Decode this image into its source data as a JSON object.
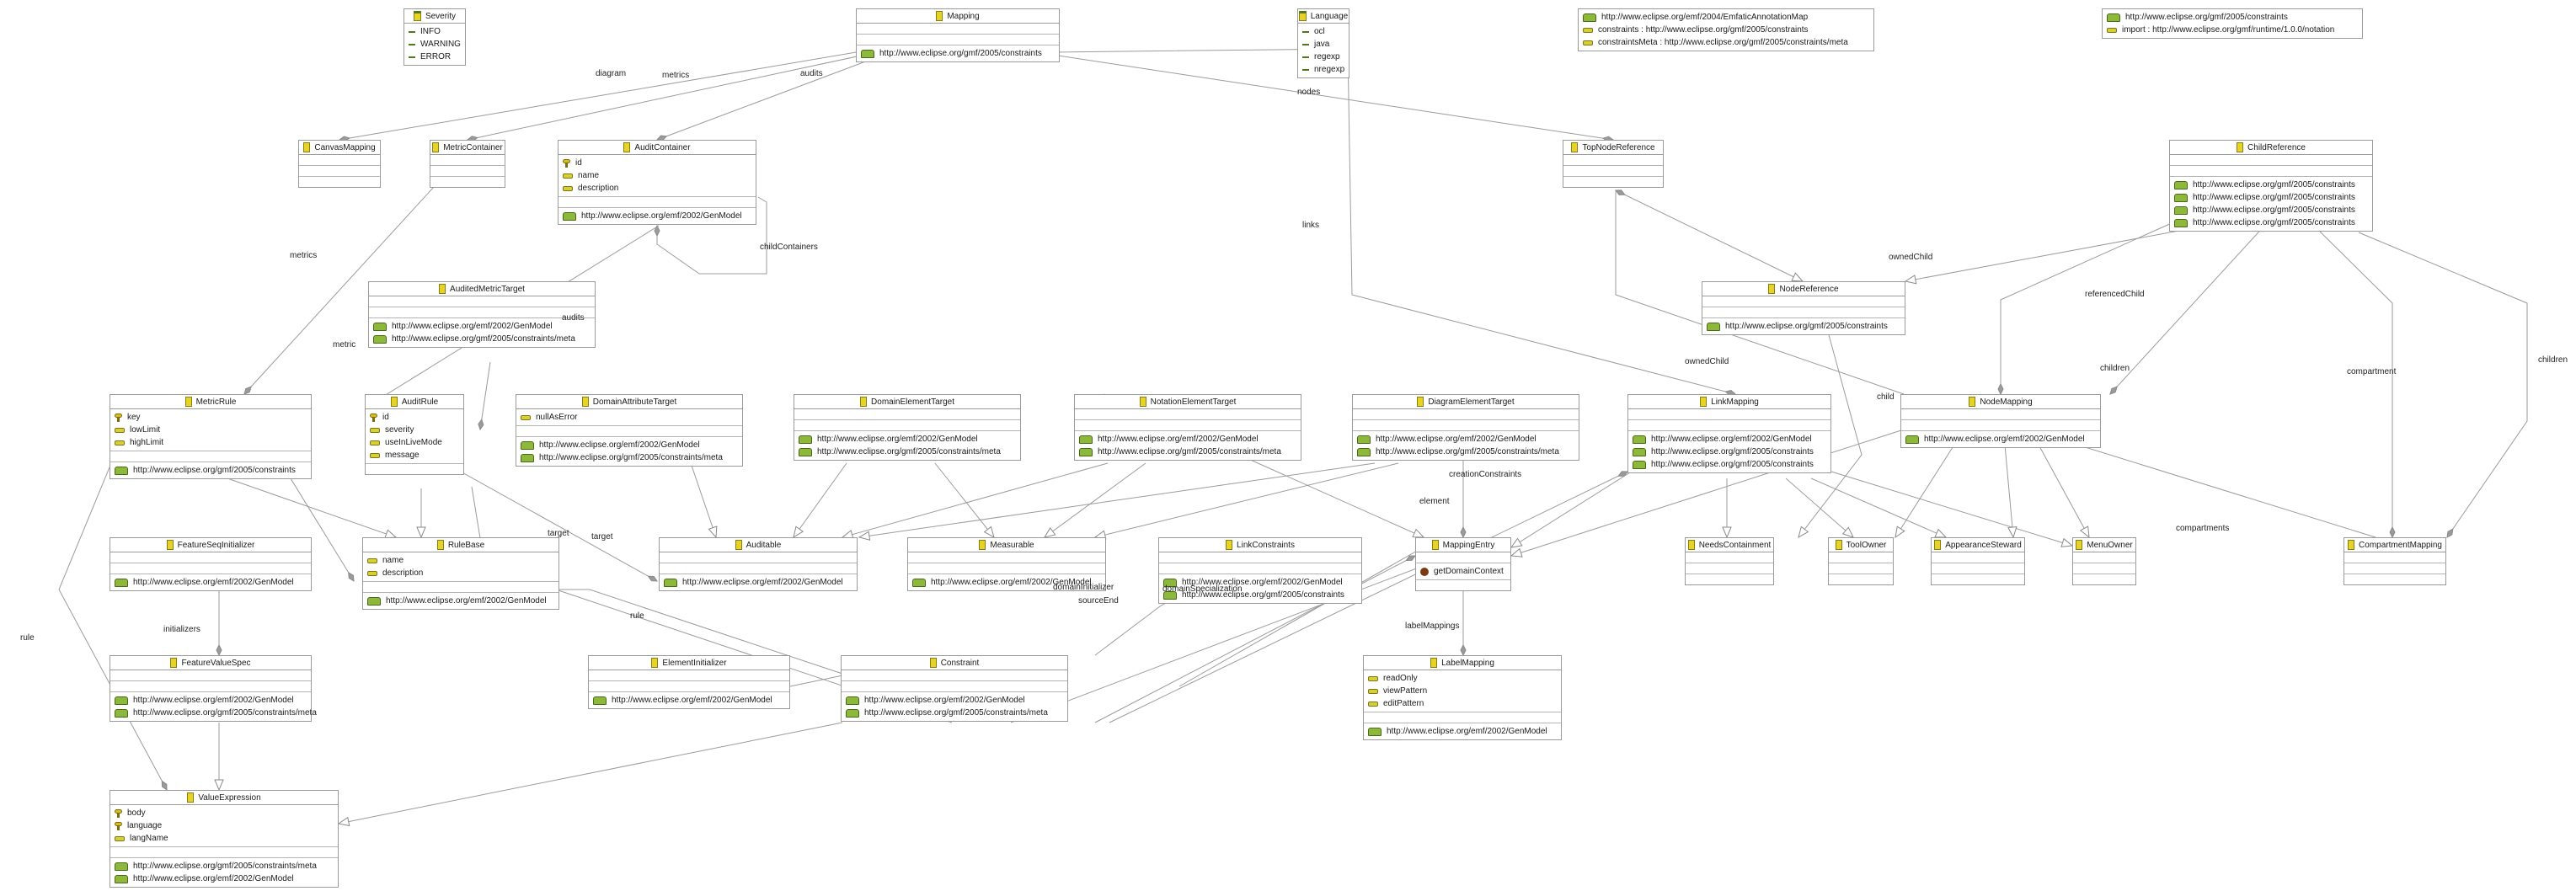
{
  "diagram": {
    "classes": [
      {
        "id": "Severity",
        "kind": "enum",
        "name": "Severity",
        "items": [
          {
            "icon": "literal",
            "text": "INFO"
          },
          {
            "icon": "literal",
            "text": "WARNING"
          },
          {
            "icon": "literal",
            "text": "ERROR"
          }
        ]
      },
      {
        "id": "Mapping",
        "kind": "class",
        "name": "Mapping",
        "sections": [
          [],
          [],
          [
            {
              "icon": "annotation",
              "text": "http://www.eclipse.org/gmf/2005/constraints"
            }
          ]
        ]
      },
      {
        "id": "Language",
        "kind": "enum",
        "name": "Language",
        "items": [
          {
            "icon": "literal",
            "text": "ocl"
          },
          {
            "icon": "literal",
            "text": "java"
          },
          {
            "icon": "literal",
            "text": "regexp"
          },
          {
            "icon": "literal",
            "text": "nregexp"
          }
        ]
      },
      {
        "id": "PkgAnno1",
        "kind": "note",
        "items": [
          {
            "icon": "annotation",
            "text": "http://www.eclipse.org/emf/2004/EmfaticAnnotationMap"
          },
          {
            "icon": "attribute",
            "text": "constraints : http://www.eclipse.org/gmf/2005/constraints"
          },
          {
            "icon": "attribute",
            "text": "constraintsMeta : http://www.eclipse.org/gmf/2005/constraints/meta"
          }
        ]
      },
      {
        "id": "PkgAnno2",
        "kind": "note",
        "items": [
          {
            "icon": "annotation",
            "text": "http://www.eclipse.org/gmf/2005/constraints"
          },
          {
            "icon": "attribute",
            "text": "import : http://www.eclipse.org/gmf/runtime/1.0.0/notation"
          }
        ]
      },
      {
        "id": "CanvasMapping",
        "kind": "class",
        "name": "CanvasMapping",
        "sections": [
          [],
          [],
          []
        ]
      },
      {
        "id": "MetricContainer",
        "kind": "class",
        "name": "MetricContainer",
        "sections": [
          [],
          [],
          []
        ]
      },
      {
        "id": "AuditContainer",
        "kind": "class",
        "name": "AuditContainer",
        "sections": [
          [
            {
              "icon": "key",
              "text": "id"
            },
            {
              "icon": "attribute",
              "text": "name"
            },
            {
              "icon": "attribute",
              "text": "description"
            }
          ],
          [],
          [
            {
              "icon": "annotation",
              "text": "http://www.eclipse.org/emf/2002/GenModel"
            }
          ]
        ]
      },
      {
        "id": "TopNodeReference",
        "kind": "class",
        "name": "TopNodeReference",
        "sections": [
          [],
          [],
          []
        ]
      },
      {
        "id": "ChildReference",
        "kind": "class",
        "name": "ChildReference",
        "sections": [
          [],
          [],
          [
            {
              "icon": "annotation",
              "text": "http://www.eclipse.org/gmf/2005/constraints"
            },
            {
              "icon": "annotation",
              "text": "http://www.eclipse.org/gmf/2005/constraints"
            },
            {
              "icon": "annotation",
              "text": "http://www.eclipse.org/gmf/2005/constraints"
            },
            {
              "icon": "annotation",
              "text": "http://www.eclipse.org/gmf/2005/constraints"
            }
          ]
        ]
      },
      {
        "id": "AuditedMetricTarget",
        "kind": "class",
        "name": "AuditedMetricTarget",
        "sections": [
          [],
          [],
          [
            {
              "icon": "annotation",
              "text": "http://www.eclipse.org/emf/2002/GenModel"
            },
            {
              "icon": "annotation",
              "text": "http://www.eclipse.org/gmf/2005/constraints/meta"
            }
          ]
        ]
      },
      {
        "id": "NodeReference",
        "kind": "class",
        "name": "NodeReference",
        "sections": [
          [],
          [],
          [
            {
              "icon": "annotation",
              "text": "http://www.eclipse.org/gmf/2005/constraints"
            }
          ]
        ]
      },
      {
        "id": "MetricRule",
        "kind": "class",
        "name": "MetricRule",
        "sections": [
          [
            {
              "icon": "key",
              "text": "key"
            },
            {
              "icon": "attribute",
              "text": "lowLimit"
            },
            {
              "icon": "attribute",
              "text": "highLimit"
            }
          ],
          [],
          [
            {
              "icon": "annotation",
              "text": "http://www.eclipse.org/gmf/2005/constraints"
            }
          ]
        ]
      },
      {
        "id": "AuditRule",
        "kind": "class",
        "name": "AuditRule",
        "sections": [
          [
            {
              "icon": "key",
              "text": "id"
            },
            {
              "icon": "attribute",
              "text": "severity"
            },
            {
              "icon": "attribute",
              "text": "useInLiveMode"
            },
            {
              "icon": "attribute",
              "text": "message"
            }
          ],
          []
        ]
      },
      {
        "id": "DomainAttributeTarget",
        "kind": "class",
        "name": "DomainAttributeTarget",
        "sections": [
          [
            {
              "icon": "attribute",
              "text": "nullAsError"
            }
          ],
          [],
          [
            {
              "icon": "annotation",
              "text": "http://www.eclipse.org/emf/2002/GenModel"
            },
            {
              "icon": "annotation",
              "text": "http://www.eclipse.org/gmf/2005/constraints/meta"
            }
          ]
        ]
      },
      {
        "id": "DomainElementTarget",
        "kind": "class",
        "name": "DomainElementTarget",
        "sections": [
          [],
          [],
          [
            {
              "icon": "annotation",
              "text": "http://www.eclipse.org/emf/2002/GenModel"
            },
            {
              "icon": "annotation",
              "text": "http://www.eclipse.org/gmf/2005/constraints/meta"
            }
          ]
        ]
      },
      {
        "id": "NotationElementTarget",
        "kind": "class",
        "name": "NotationElementTarget",
        "sections": [
          [],
          [],
          [
            {
              "icon": "annotation",
              "text": "http://www.eclipse.org/emf/2002/GenModel"
            },
            {
              "icon": "annotation",
              "text": "http://www.eclipse.org/gmf/2005/constraints/meta"
            }
          ]
        ]
      },
      {
        "id": "DiagramElementTarget",
        "kind": "class",
        "name": "DiagramElementTarget",
        "sections": [
          [],
          [],
          [
            {
              "icon": "annotation",
              "text": "http://www.eclipse.org/emf/2002/GenModel"
            },
            {
              "icon": "annotation",
              "text": "http://www.eclipse.org/gmf/2005/constraints/meta"
            }
          ]
        ]
      },
      {
        "id": "LinkMapping",
        "kind": "class",
        "name": "LinkMapping",
        "sections": [
          [],
          [],
          [
            {
              "icon": "annotation",
              "text": "http://www.eclipse.org/emf/2002/GenModel"
            },
            {
              "icon": "annotation",
              "text": "http://www.eclipse.org/gmf/2005/constraints"
            },
            {
              "icon": "annotation",
              "text": "http://www.eclipse.org/gmf/2005/constraints"
            }
          ]
        ]
      },
      {
        "id": "NodeMapping",
        "kind": "class",
        "name": "NodeMapping",
        "sections": [
          [],
          [],
          [
            {
              "icon": "annotation",
              "text": "http://www.eclipse.org/emf/2002/GenModel"
            }
          ]
        ]
      },
      {
        "id": "FeatureSeqInitializer",
        "kind": "class",
        "name": "FeatureSeqInitializer",
        "sections": [
          [],
          [],
          [
            {
              "icon": "annotation",
              "text": "http://www.eclipse.org/emf/2002/GenModel"
            }
          ]
        ]
      },
      {
        "id": "RuleBase",
        "kind": "class",
        "name": "RuleBase",
        "sections": [
          [
            {
              "icon": "attribute",
              "text": "name"
            },
            {
              "icon": "attribute",
              "text": "description"
            }
          ],
          [],
          [
            {
              "icon": "annotation",
              "text": "http://www.eclipse.org/emf/2002/GenModel"
            }
          ]
        ]
      },
      {
        "id": "Auditable",
        "kind": "class",
        "name": "Auditable",
        "sections": [
          [],
          [],
          [
            {
              "icon": "annotation",
              "text": "http://www.eclipse.org/emf/2002/GenModel"
            }
          ]
        ]
      },
      {
        "id": "Measurable",
        "kind": "class",
        "name": "Measurable",
        "sections": [
          [],
          [],
          [
            {
              "icon": "annotation",
              "text": "http://www.eclipse.org/emf/2002/GenModel"
            }
          ]
        ]
      },
      {
        "id": "LinkConstraints",
        "kind": "class",
        "name": "LinkConstraints",
        "sections": [
          [],
          [],
          [
            {
              "icon": "annotation",
              "text": "http://www.eclipse.org/emf/2002/GenModel"
            },
            {
              "icon": "annotation",
              "text": "http://www.eclipse.org/gmf/2005/constraints"
            }
          ]
        ]
      },
      {
        "id": "MappingEntry",
        "kind": "class",
        "name": "MappingEntry",
        "sections": [
          [],
          [
            {
              "icon": "operation",
              "text": "getDomainContext"
            }
          ],
          []
        ]
      },
      {
        "id": "NeedsContainment",
        "kind": "class",
        "name": "NeedsContainment",
        "sections": [
          [],
          [],
          []
        ]
      },
      {
        "id": "ToolOwner",
        "kind": "class",
        "name": "ToolOwner",
        "sections": [
          [],
          [],
          []
        ]
      },
      {
        "id": "AppearanceSteward",
        "kind": "class",
        "name": "AppearanceSteward",
        "sections": [
          [],
          [],
          []
        ]
      },
      {
        "id": "MenuOwner",
        "kind": "class",
        "name": "MenuOwner",
        "sections": [
          [],
          [],
          []
        ]
      },
      {
        "id": "CompartmentMapping",
        "kind": "class",
        "name": "CompartmentMapping",
        "sections": [
          [],
          [],
          []
        ]
      },
      {
        "id": "FeatureValueSpec",
        "kind": "class",
        "name": "FeatureValueSpec",
        "sections": [
          [],
          [],
          [
            {
              "icon": "annotation",
              "text": "http://www.eclipse.org/emf/2002/GenModel"
            },
            {
              "icon": "annotation",
              "text": "http://www.eclipse.org/gmf/2005/constraints/meta"
            }
          ]
        ]
      },
      {
        "id": "ElementInitializer",
        "kind": "class",
        "name": "ElementInitializer",
        "sections": [
          [],
          [],
          [
            {
              "icon": "annotation",
              "text": "http://www.eclipse.org/emf/2002/GenModel"
            }
          ]
        ]
      },
      {
        "id": "Constraint",
        "kind": "class",
        "name": "Constraint",
        "sections": [
          [],
          [],
          [
            {
              "icon": "annotation",
              "text": "http://www.eclipse.org/emf/2002/GenModel"
            },
            {
              "icon": "annotation",
              "text": "http://www.eclipse.org/gmf/2005/constraints/meta"
            }
          ]
        ]
      },
      {
        "id": "LabelMapping",
        "kind": "class",
        "name": "LabelMapping",
        "sections": [
          [
            {
              "icon": "attribute",
              "text": "readOnly"
            },
            {
              "icon": "attribute",
              "text": "viewPattern"
            },
            {
              "icon": "attribute",
              "text": "editPattern"
            }
          ],
          [],
          [
            {
              "icon": "annotation",
              "text": "http://www.eclipse.org/emf/2002/GenModel"
            }
          ]
        ]
      },
      {
        "id": "ValueExpression",
        "kind": "class",
        "name": "ValueExpression",
        "sections": [
          [
            {
              "icon": "key",
              "text": "body"
            },
            {
              "icon": "key",
              "text": "language"
            },
            {
              "icon": "attribute",
              "text": "langName"
            }
          ],
          [],
          [
            {
              "icon": "annotation",
              "text": "http://www.eclipse.org/gmf/2005/constraints/meta"
            },
            {
              "icon": "annotation",
              "text": "http://www.eclipse.org/emf/2002/GenModel"
            }
          ]
        ]
      }
    ],
    "edge_labels": [
      "diagram",
      "metrics",
      "audits",
      "nodes",
      "links",
      "childContainers",
      "metrics",
      "audits",
      "metric",
      "ownedChild",
      "referencedChild",
      "children",
      "compartment",
      "children",
      "child",
      "ownedChild",
      "creationConstraints",
      "element",
      "target",
      "target",
      "rule",
      "domainSpecialization",
      "domainInitializer",
      "sourceEnd",
      "compartments",
      "labelMappings",
      "initializers",
      "rule"
    ]
  }
}
